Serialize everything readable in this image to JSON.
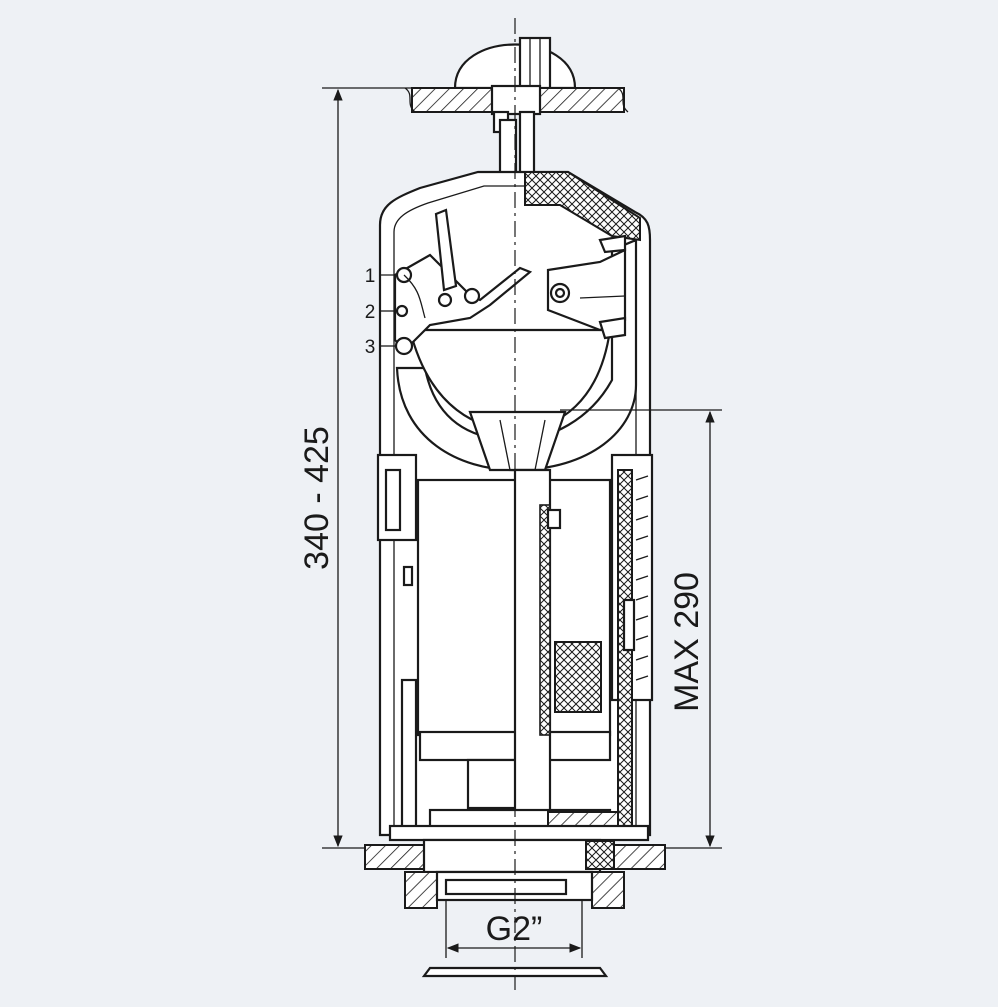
{
  "dimensions": {
    "overall_height": "340 - 425",
    "max_height": "MAX 290",
    "thread": "G2”"
  },
  "positions": [
    "1",
    "2",
    "3"
  ],
  "colors": {
    "background": "#eef1f5",
    "line": "#1a1a1a",
    "fill": "#ffffff"
  }
}
